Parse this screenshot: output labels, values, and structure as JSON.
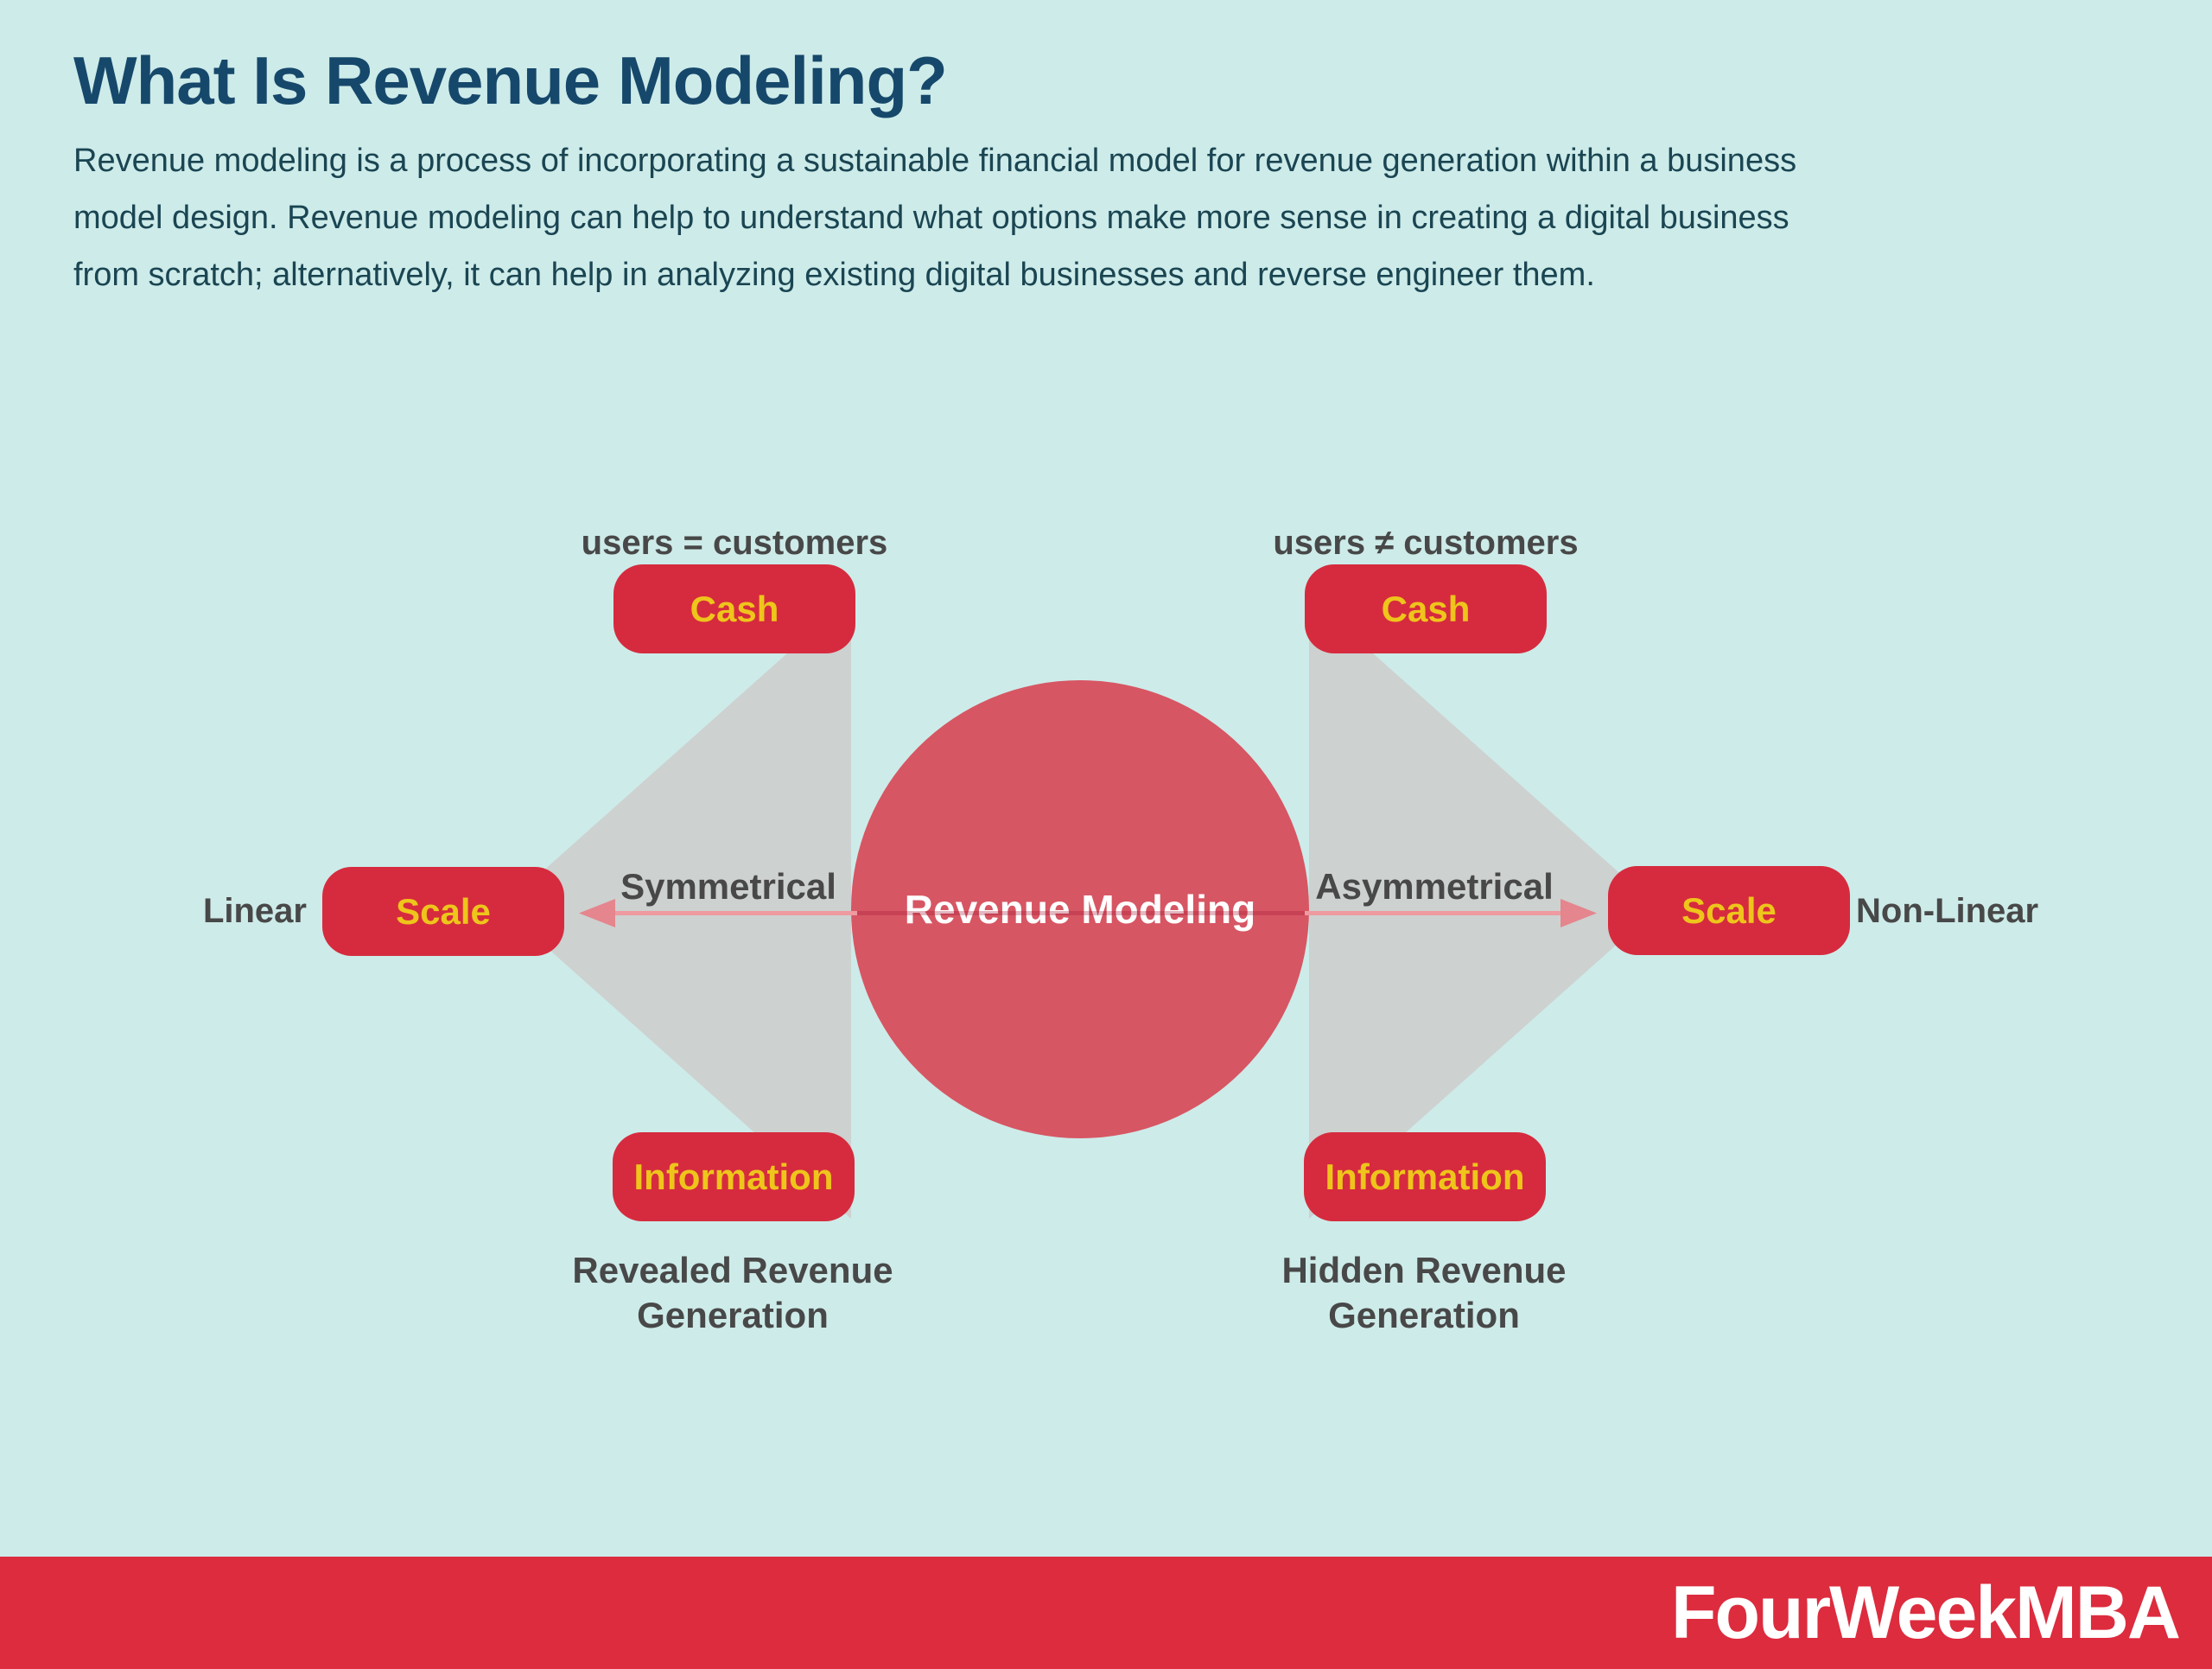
{
  "page": {
    "title": "What Is Revenue Modeling?",
    "description_lines": [
      "Revenue modeling is a process of incorporating a sustainable financial model for revenue generation within a business",
      "model design. Revenue modeling can help to understand what options make more sense in creating a digital business",
      "from scratch; alternatively, it can help in analyzing existing digital businesses and reverse engineer them."
    ]
  },
  "colors": {
    "background": "#cdebe9",
    "title": "#16486b",
    "body_text": "#1a4552",
    "pill_red": "#d62b3e",
    "pill_text_yellow": "#eec51b",
    "circle_rose": "#d75663",
    "funnel_gray": "#cdd1d0",
    "label_gray": "#484848",
    "arrow_pink": "#ee9aa0",
    "footer_red": "#dc2c3e"
  },
  "diagram": {
    "center_label": "Revenue Modeling",
    "left": {
      "header": "users = customers",
      "cash_label": "Cash",
      "scale_label": "Scale",
      "information_label": "Information",
      "arrow_label": "Symmetrical",
      "axis_label": "Linear",
      "caption_line1": "Revealed Revenue",
      "caption_line2": "Generation"
    },
    "right": {
      "header": "users ≠ customers",
      "cash_label": "Cash",
      "scale_label": "Scale",
      "information_label": "Information",
      "arrow_label": "Asymmetrical",
      "axis_label": "Non-Linear",
      "caption_line1": "Hidden Revenue",
      "caption_line2": "Generation"
    }
  },
  "footer": {
    "brand": "FourWeekMBA"
  }
}
